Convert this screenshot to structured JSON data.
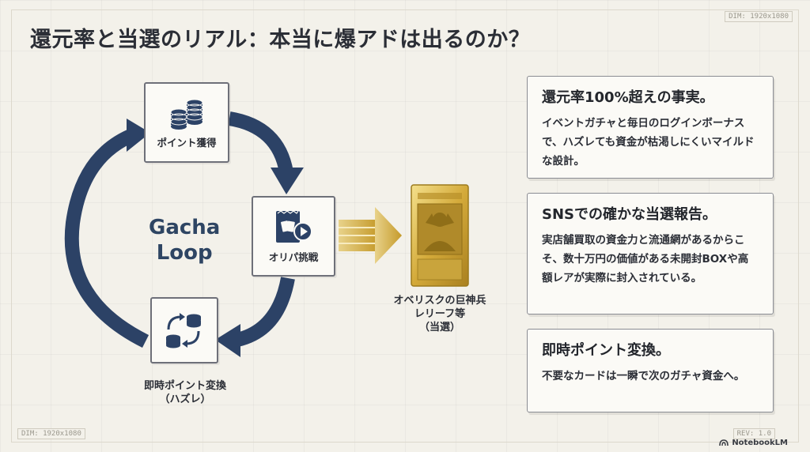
{
  "title": "還元率と当選のリアル：本当に爆アドは出るのか？",
  "dim_top": "DIM: 1920x1080",
  "dim_bottom": "DIM: 1920x1080",
  "rev": "REV: 1.0",
  "footer_brand": "NotebookLM",
  "loop": {
    "line1": "Gacha",
    "line2": "Loop",
    "nodes": {
      "points": "ポイント獲得",
      "challenge": "オリパ挑戦",
      "exchange": "即時ポイント変換",
      "exchange_sub": "（ハズレ）"
    }
  },
  "card": {
    "line1": "オベリスクの巨神兵",
    "line2": "レリーフ等",
    "line3": "（当選）"
  },
  "panels": [
    {
      "title": "還元率100%超えの事実。",
      "body": "イベントガチャと毎日のログインボーナスで、ハズレても資金が枯渇しにくいマイルドな設計。"
    },
    {
      "title": "SNSでの確かな当選報告。",
      "body": "実店舗買取の資金力と流通網があるからこそ、数十万円の価値がある未開封BOXや高額レアが実際に封入されている。"
    },
    {
      "title": "即時ポイント変換。",
      "body": "不要なカードは一瞬で次のガチャ資金へ。"
    }
  ],
  "colors": {
    "navy": "#2c4266",
    "gold": "#c9a43c",
    "background": "#f3f1ea"
  }
}
